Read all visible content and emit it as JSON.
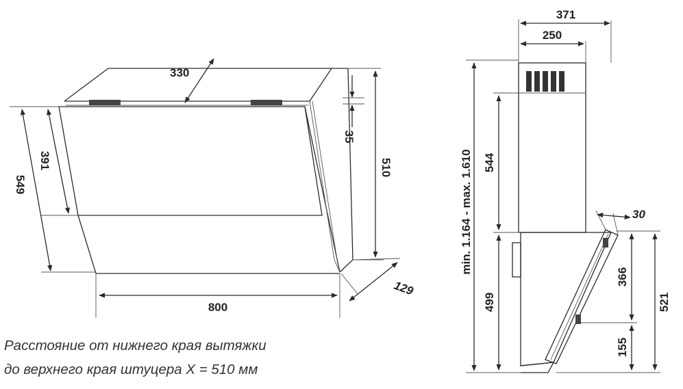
{
  "caption": {
    "line1": "Расстояние от нижнего края вытяжки",
    "line2": "до верхнего края штуцера X = 510 мм"
  },
  "front_view": {
    "dims": {
      "depth_top": "330",
      "height_total": "549",
      "height_panel": "391",
      "gap": "35",
      "height_side": "510",
      "width": "800",
      "bottom_depth": "129"
    }
  },
  "side_view": {
    "dims": {
      "chimney_outer": "371",
      "chimney_inner": "250",
      "height_range": "min. 1.164 - max. 1.610",
      "chimney_height": "544",
      "panel_offset": "30",
      "body_height": "499",
      "panel_height": "366",
      "total_right": "521",
      "bottom_offset": "155"
    }
  }
}
